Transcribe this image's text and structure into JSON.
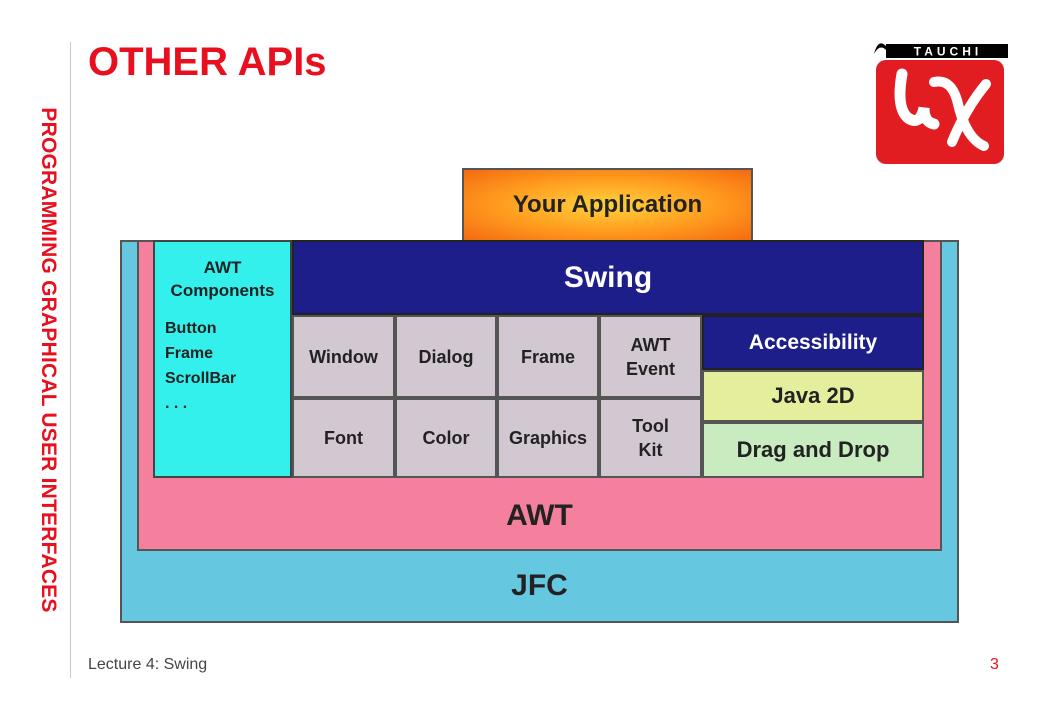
{
  "sidebar": {
    "title": "PROGRAMMING GRAPHICAL USER INTERFACES"
  },
  "slide": {
    "title": "OTHER APIs"
  },
  "logo": {
    "text": "TAUCHI"
  },
  "footer": {
    "lecture": "Lecture 4: Swing",
    "page_number": "3"
  },
  "diagram": {
    "application": "Your Application",
    "jfc": "JFC",
    "awt": "AWT",
    "awt_components": {
      "title_line1": "AWT",
      "title_line2": "Components",
      "items": [
        "Button",
        "Frame",
        "ScrollBar",
        ". . ."
      ]
    },
    "swing": "Swing",
    "cells": {
      "window": "Window",
      "dialog": "Dialog",
      "frame": "Frame",
      "awt_event_line1": "AWT",
      "awt_event_line2": "Event",
      "font": "Font",
      "color": "Color",
      "graphics": "Graphics",
      "toolkit_line1": "Tool",
      "toolkit_line2": "Kit"
    },
    "accessibility": "Accessibility",
    "java2d": "Java 2D",
    "drag_and_drop": "Drag and Drop"
  },
  "colors": {
    "accent_red": "#e8101e",
    "jfc": "#66c8e0",
    "awt": "#f5809e",
    "awt_components": "#33f0ec",
    "swing": "#1e1e8a",
    "cell_gray": "#d2c8d2",
    "java2d": "#e5ee9c",
    "drag_and_drop": "#c8ecc0"
  }
}
